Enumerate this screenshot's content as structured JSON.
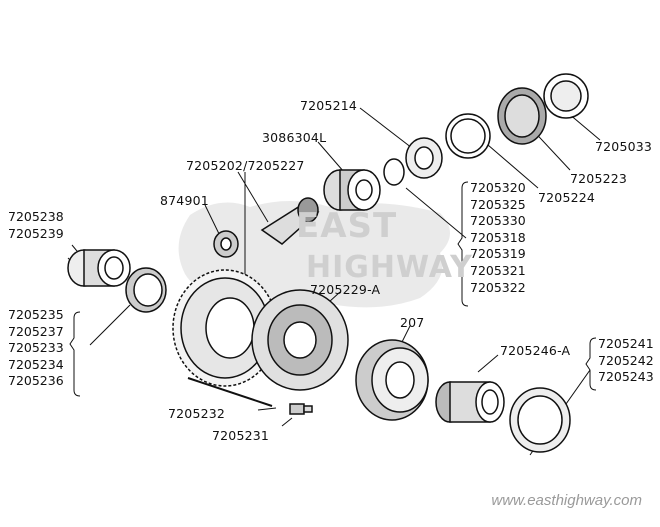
{
  "watermark": {
    "line1": "EAST",
    "line2": "HIGHWAY"
  },
  "website": "www.easthighway.com",
  "labels": {
    "p7205214": "7205214",
    "p3086304L": "3086304L",
    "p7205202": "7205202/7205227",
    "p874901": "874901",
    "p7205033": "7205033",
    "p7205223": "7205223",
    "p7205224": "7205224",
    "p7205229A": "7205229-A",
    "p207": "207",
    "p7205246A": "7205246-A",
    "p7205232": "7205232",
    "p7205231": "7205231"
  },
  "groups": {
    "left_top": [
      "7205238",
      "7205239"
    ],
    "left_bottom": [
      "7205235",
      "7205237",
      "7205233",
      "7205234",
      "7205236"
    ],
    "right_mid": [
      "7205320",
      "7205325",
      "7205330",
      "7205318",
      "7205319",
      "7205321",
      "7205322"
    ],
    "right_bottom": [
      "7205241",
      "7205242",
      "7205243"
    ]
  }
}
